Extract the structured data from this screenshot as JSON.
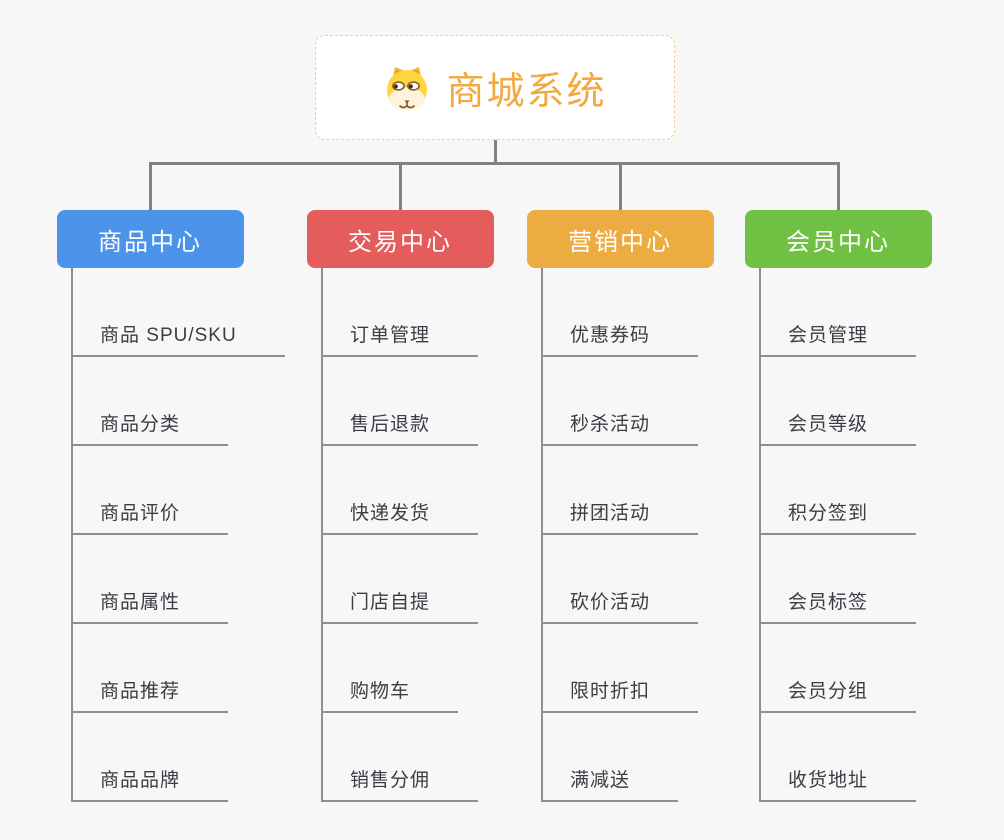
{
  "root": {
    "title": "商城系统",
    "icon": "dog-face-icon",
    "title_color": "#F2A93F",
    "border_color": "#F3CE8F",
    "background": "#FFFFFF"
  },
  "branches": [
    {
      "label": "商品中心",
      "color": "#4B94EA",
      "text_color": "#FFFFFF",
      "children": [
        "商品 SPU/SKU",
        "商品分类",
        "商品评价",
        "商品属性",
        "商品推荐",
        "商品品牌"
      ]
    },
    {
      "label": "交易中心",
      "color": "#E45C5C",
      "text_color": "#FFFFFF",
      "children": [
        "订单管理",
        "售后退款",
        "快递发货",
        "门店自提",
        "购物车",
        "销售分佣"
      ]
    },
    {
      "label": "营销中心",
      "color": "#EDAC42",
      "text_color": "#FFFFFF",
      "children": [
        "优惠券码",
        "秒杀活动",
        "拼团活动",
        "砍价活动",
        "限时折扣",
        "满减送"
      ]
    },
    {
      "label": "会员中心",
      "color": "#70C143",
      "text_color": "#FFFFFF",
      "children": [
        "会员管理",
        "会员等级",
        "积分签到",
        "会员标签",
        "会员分组",
        "收货地址"
      ]
    }
  ],
  "connectors": {
    "main_color": "#828282",
    "child_color": "#8F8F8F"
  },
  "page": {
    "background": "#F7F7F7",
    "child_text_color": "#3A3E44"
  }
}
